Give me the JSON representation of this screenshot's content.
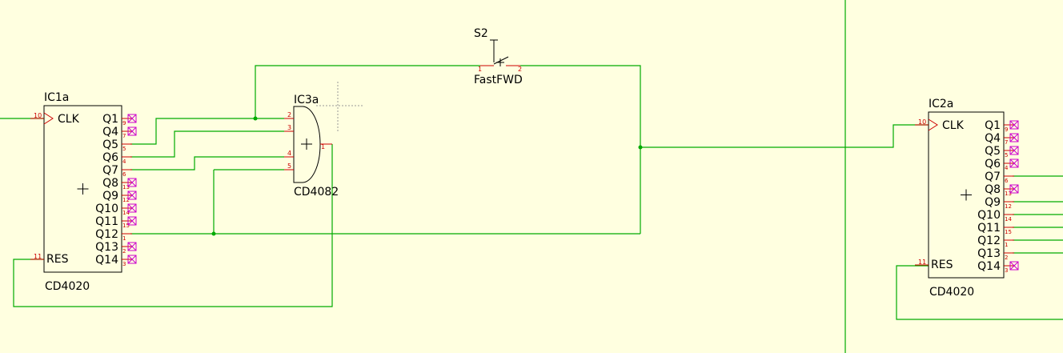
{
  "colors": {
    "background": "#ffffe0",
    "wire": "#00aa00",
    "pin": "#cc0000",
    "component_outline": "#000000",
    "noconnect": "#cc00cc"
  },
  "components": {
    "ic1a": {
      "ref": "IC1a",
      "value": "CD4020",
      "clk_label": "CLK",
      "res_label": "RES",
      "clk_pin": "10",
      "res_pin": "11",
      "outputs": [
        {
          "name": "Q1",
          "pin": "9"
        },
        {
          "name": "Q4",
          "pin": "7"
        },
        {
          "name": "Q5",
          "pin": "5"
        },
        {
          "name": "Q6",
          "pin": "4"
        },
        {
          "name": "Q7",
          "pin": "6"
        },
        {
          "name": "Q8",
          "pin": "13"
        },
        {
          "name": "Q9",
          "pin": "12"
        },
        {
          "name": "Q10",
          "pin": "14"
        },
        {
          "name": "Q11",
          "pin": "15"
        },
        {
          "name": "Q12",
          "pin": "1"
        },
        {
          "name": "Q13",
          "pin": "2"
        },
        {
          "name": "Q14",
          "pin": "3"
        }
      ]
    },
    "ic3a": {
      "ref": "IC3a",
      "value": "CD4082",
      "in_pins": [
        "2",
        "3",
        "4",
        "5"
      ],
      "out_pin": "1"
    },
    "s2": {
      "ref": "S2",
      "value": "FastFWD",
      "pin1": "1",
      "pin2": "2"
    },
    "ic2a": {
      "ref": "IC2a",
      "value": "CD4020",
      "clk_label": "CLK",
      "res_label": "RES",
      "clk_pin": "10",
      "res_pin": "11",
      "outputs": [
        {
          "name": "Q1",
          "pin": "9"
        },
        {
          "name": "Q4",
          "pin": "7"
        },
        {
          "name": "Q5",
          "pin": "5"
        },
        {
          "name": "Q6",
          "pin": "4"
        },
        {
          "name": "Q7",
          "pin": "6"
        },
        {
          "name": "Q8",
          "pin": "13"
        },
        {
          "name": "Q9",
          "pin": "12"
        },
        {
          "name": "Q10",
          "pin": "14"
        },
        {
          "name": "Q11",
          "pin": "15"
        },
        {
          "name": "Q12",
          "pin": "1"
        },
        {
          "name": "Q13",
          "pin": "2"
        },
        {
          "name": "Q14",
          "pin": "3"
        }
      ]
    }
  }
}
